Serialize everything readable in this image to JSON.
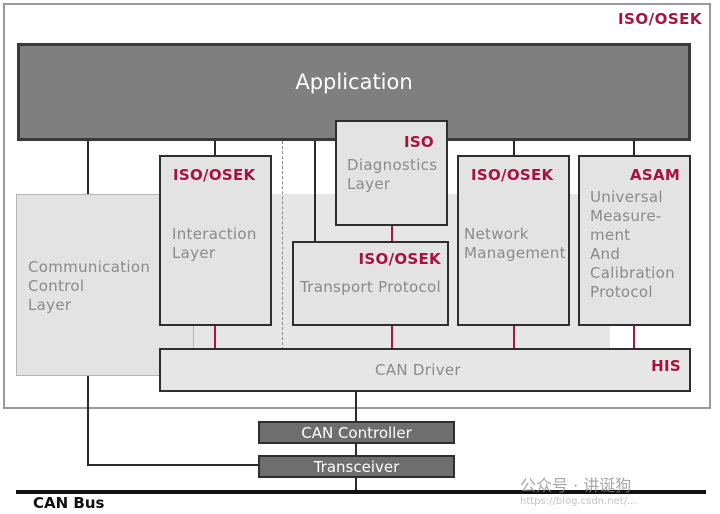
{
  "standards": {
    "frame": "ISO/OSEK",
    "interaction": "ISO/OSEK",
    "diagnostics": "ISO",
    "transport": "ISO/OSEK",
    "network": "ISO/OSEK",
    "calibration": "ASAM",
    "driver": "HIS"
  },
  "layers": {
    "application": "Application",
    "communication_control": [
      "Communication",
      "Control",
      "Layer"
    ],
    "interaction": [
      "Interaction",
      "Layer"
    ],
    "diagnostics": [
      "Diagnostics",
      "Layer"
    ],
    "transport": "Transport Protocol",
    "network": [
      "Network",
      "Management"
    ],
    "calibration": [
      "Universal",
      "Measure-",
      "ment",
      "And",
      "Calibration",
      "Protocol"
    ],
    "can_driver": "CAN Driver"
  },
  "hardware": {
    "controller": "CAN Controller",
    "transceiver": "Transceiver",
    "bus": "CAN Bus"
  },
  "watermark": {
    "line1": "公众号 · 讲诞狗",
    "line2": "https://blog.csdn.net/..."
  },
  "colors": {
    "standard_tag": "#a8123e",
    "app_fill": "#7f7f7f",
    "box_fill": "#e3e3e3"
  }
}
